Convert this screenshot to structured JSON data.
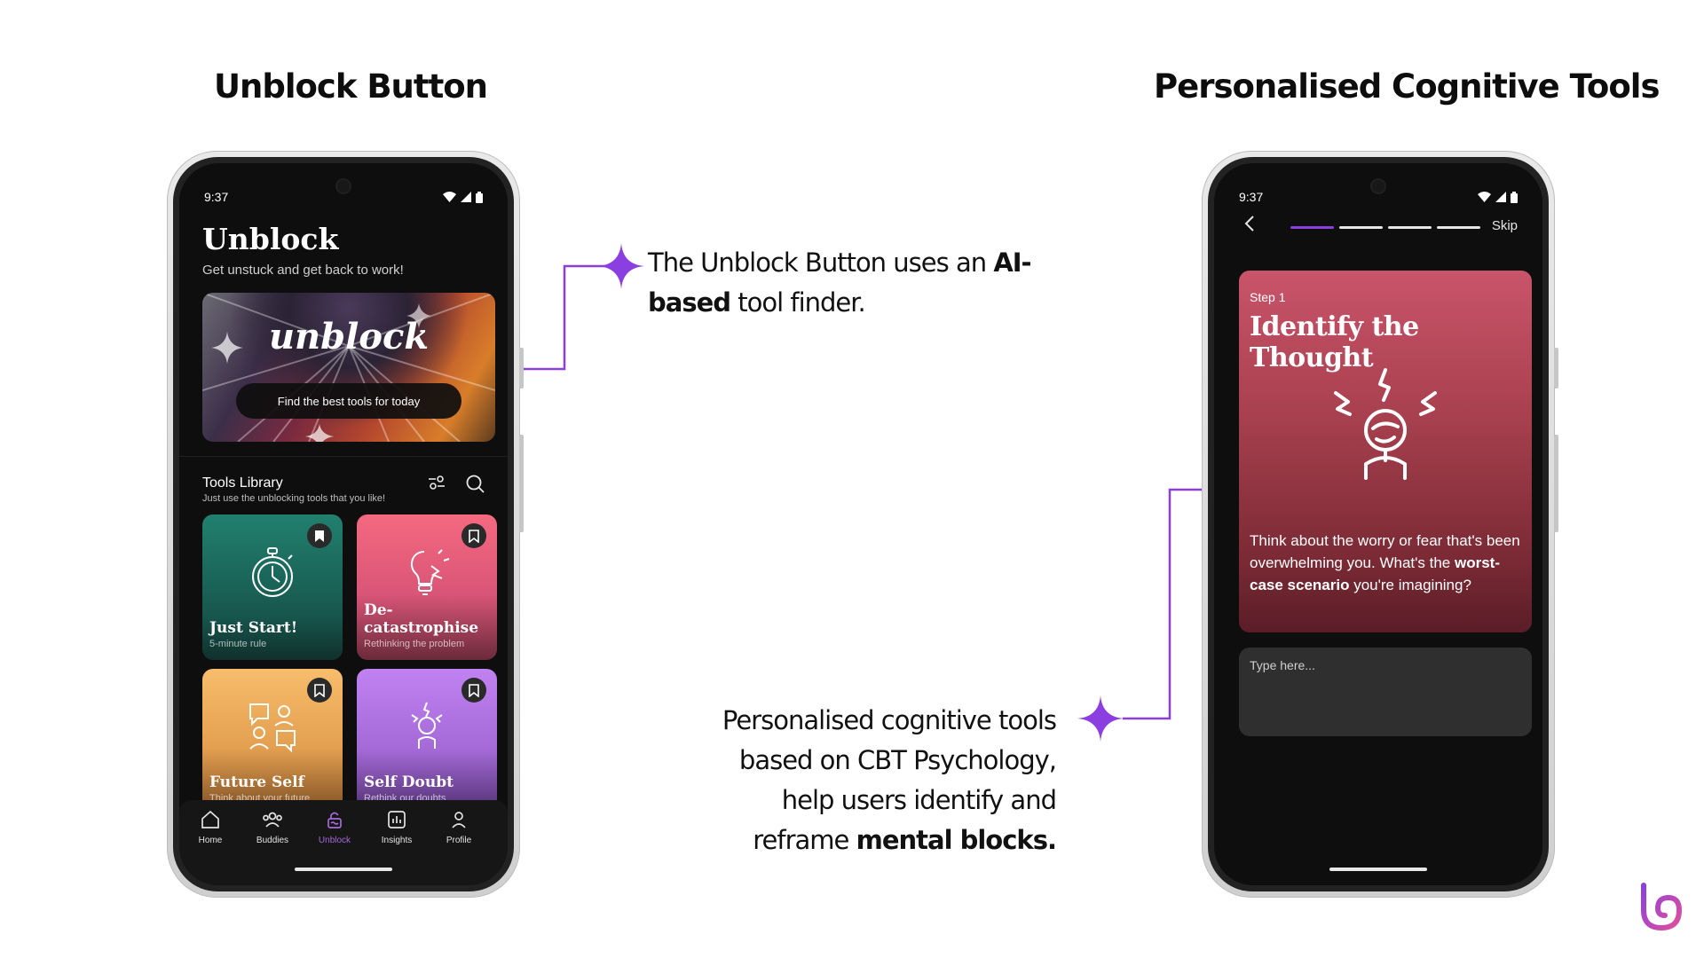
{
  "headings": {
    "left": "Unblock Button",
    "right": "Personalised Cognitive Tools"
  },
  "callouts": {
    "top": {
      "line1_pre": "The Unblock Button uses an",
      "line1_bold": "AI-",
      "line2_bold": "based",
      "line2_post": "tool finder."
    },
    "bottom": {
      "line1": "Personalised cognitive tools",
      "line2": "based on CBT Psychology,",
      "line3": "help users identify and",
      "line4_pre": "reframe",
      "line4_bold": "mental blocks."
    }
  },
  "accent_color": "#8b3fe0",
  "left_phone": {
    "status_time": "9:37",
    "title": "Unblock",
    "subtitle": "Get unstuck and get back to work!",
    "banner": {
      "word": "unblock",
      "cta": "Find the best tools for today"
    },
    "library": {
      "title": "Tools Library",
      "subtitle": "Just use the unblocking tools that you like!",
      "icons": [
        "filter-icon",
        "search-icon"
      ]
    },
    "cards": [
      {
        "title": "Just Start!",
        "subtitle": "5-minute rule",
        "color": "#1f7a6a",
        "icon": "stopwatch-icon"
      },
      {
        "title": "De-catastrophise",
        "subtitle": "Rethinking the problem",
        "color": "#e85d7a",
        "icon": "lightbulb-icon"
      },
      {
        "title": "Future Self",
        "subtitle": "Think about your future",
        "color": "#f2b360",
        "icon": "conversation-icon"
      },
      {
        "title": "Self Doubt",
        "subtitle": "Rethink our doubts",
        "color": "#b26fe6",
        "icon": "stressed-person-icon"
      }
    ],
    "nav": [
      {
        "label": "Home",
        "icon": "home-icon"
      },
      {
        "label": "Buddies",
        "icon": "people-icon"
      },
      {
        "label": "Unblock",
        "icon": "unblock-icon",
        "active": true
      },
      {
        "label": "Insights",
        "icon": "chart-icon"
      },
      {
        "label": "Profile",
        "icon": "person-icon"
      }
    ]
  },
  "right_phone": {
    "status_time": "9:37",
    "skip": "Skip",
    "progress": {
      "total_steps": 4,
      "current_step": 1
    },
    "step_label": "Step 1",
    "step_title": "Identify the Thought",
    "text_pre": "Think about the worry or fear that's been overwhelming you. What's the",
    "text_bold": "worst-case scenario",
    "text_post": "you're imagining?",
    "answer_placeholder": "Type here..."
  }
}
